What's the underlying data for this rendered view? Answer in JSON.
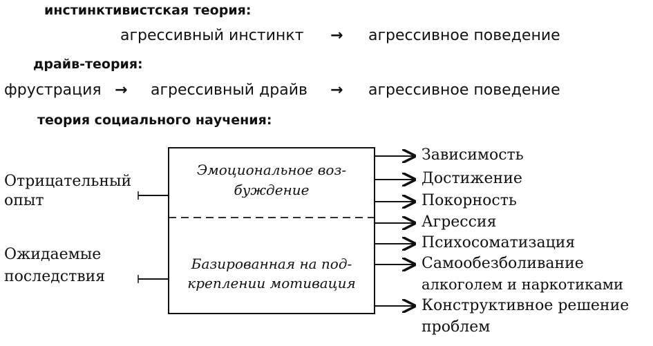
{
  "theories": {
    "instinct": {
      "title": "инстинктивистская теория:",
      "cause": "агрессивный инстинкт",
      "effect": "агрессивное поведение",
      "arrow": "→"
    },
    "drive": {
      "title": "драйв-теория:",
      "step1": "фрустрация",
      "step2": "агрессивный драйв",
      "step3": "агрессивное поведение",
      "arrow": "→"
    },
    "social": {
      "title": "теория социального научения:"
    }
  },
  "diagram": {
    "inputs": {
      "negative_1": "Отрицательный",
      "negative_2": "опыт",
      "expected_1": "Ожидаемые",
      "expected_2": "последствия"
    },
    "box": {
      "top_1": "Эмоциональное воз-",
      "top_2": "буждение",
      "bottom_1": "Базированная на под-",
      "bottom_2": "креплении мотивация"
    },
    "outputs": {
      "o1": "Зависимость",
      "o2": "Достижение",
      "o3": "Покорность",
      "o4": "Агрессия",
      "o5": "Психосоматизация",
      "o6a": "Самообезболивание",
      "o6b": "алкоголем и наркотиками",
      "o7a": "Конструктивное решение",
      "o7b": "проблем"
    }
  }
}
